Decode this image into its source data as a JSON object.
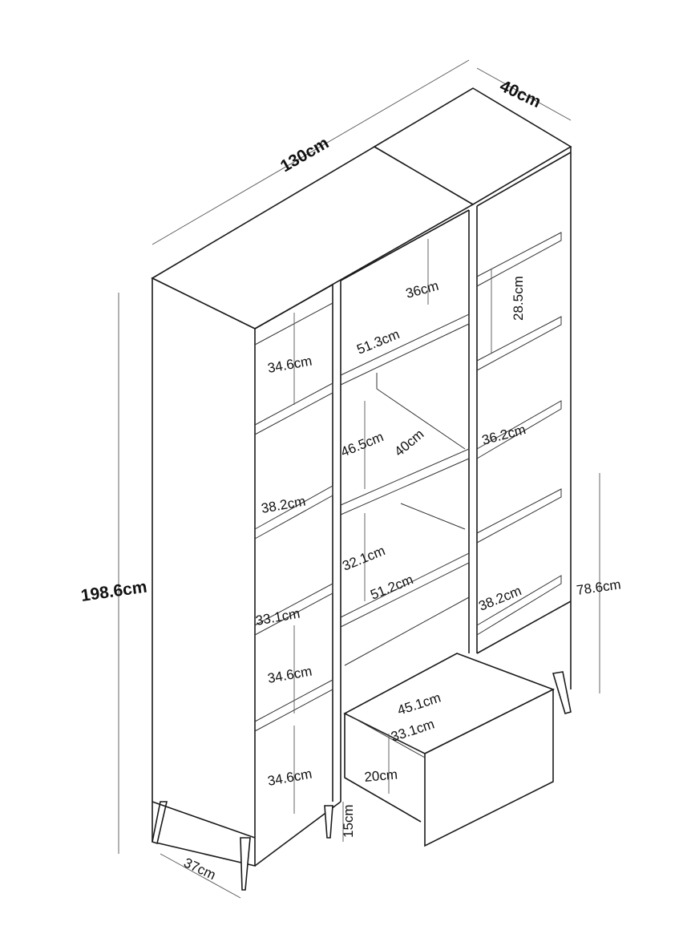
{
  "diagram": {
    "overall": {
      "width": "130cm",
      "depth": "40cm",
      "height": "198.6cm",
      "right_section_height": "78.6cm",
      "leg_depth": "37cm",
      "leg_height": "15cm"
    },
    "left_column": [
      "34.6cm",
      "38.2cm",
      "33.1cm",
      "34.6cm",
      "34.6cm"
    ],
    "middle_column": {
      "top_height": "36cm",
      "top_width": "51.3cm",
      "open_height": "46.5cm",
      "open_depth": "40cm",
      "lower_height": "32.1cm",
      "lower_width": "51.2cm"
    },
    "right_column": [
      "28.5cm",
      "36.2cm",
      "38.2cm"
    ],
    "drawer": {
      "width": "45.1cm",
      "depth": "33.1cm",
      "height": "20cm"
    }
  }
}
